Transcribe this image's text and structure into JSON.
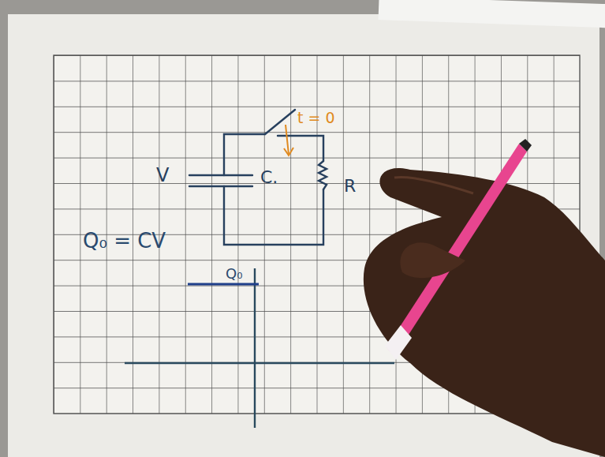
{
  "diagram": {
    "labels": [
      "t = 0",
      "V",
      "C.",
      "R",
      "Q₀ = CV",
      "Q₀"
    ]
  }
}
